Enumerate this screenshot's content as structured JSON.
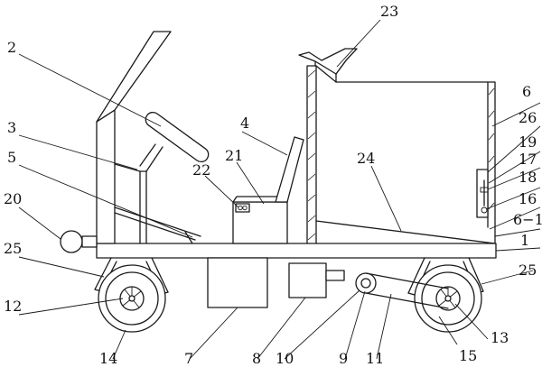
{
  "labels": {
    "l1": "1",
    "l2": "2",
    "l3": "3",
    "l4": "4",
    "l5": "5",
    "l6": "6",
    "l6_1": "6−1",
    "l7": "7",
    "l8": "8",
    "l9": "9",
    "l10": "10",
    "l11": "11",
    "l12": "12",
    "l13": "13",
    "l14": "14",
    "l15": "15",
    "l16": "16",
    "l17": "17",
    "l18": "18",
    "l19": "19",
    "l20": "20",
    "l21": "21",
    "l22": "22",
    "l23": "23",
    "l24": "24",
    "l25a": "25",
    "l25b": "25",
    "l26": "26"
  }
}
